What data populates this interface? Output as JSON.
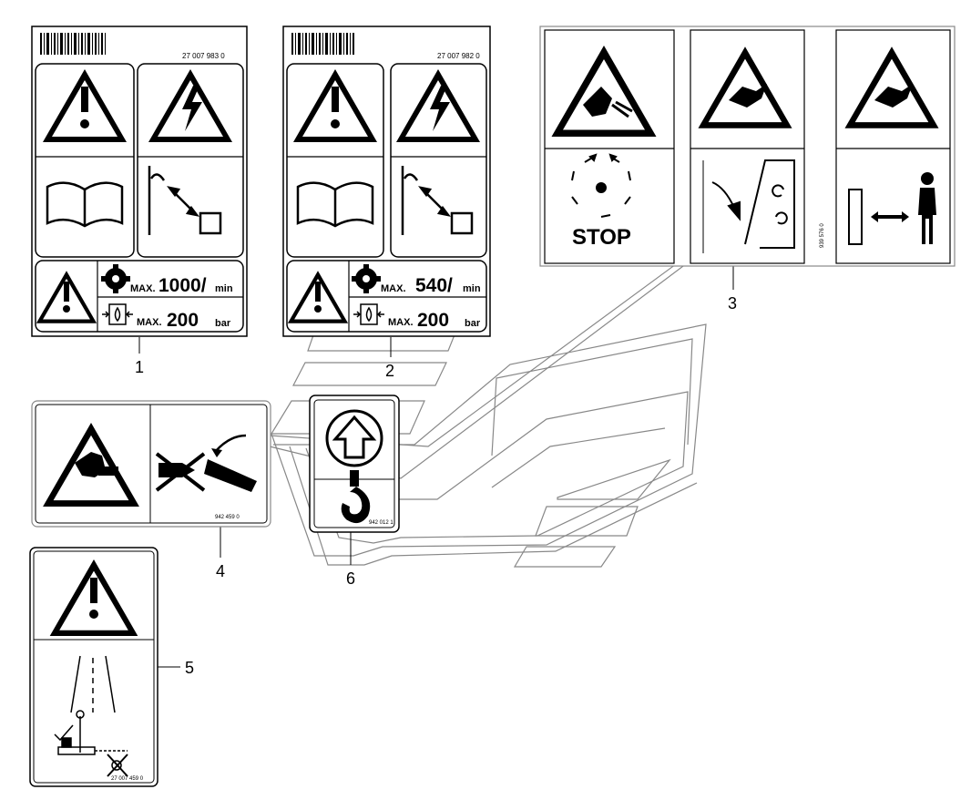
{
  "decals": {
    "d1": {
      "part_no": "27 007 983 0",
      "speed_prefix": "MAX.",
      "speed_value": "1000/",
      "speed_unit": "min",
      "pressure_prefix": "MAX.",
      "pressure_value": "200",
      "pressure_unit": "bar"
    },
    "d2": {
      "part_no": "27 007 982 0",
      "speed_prefix": "MAX.",
      "speed_value": "540/",
      "speed_unit": "min",
      "pressure_prefix": "MAX.",
      "pressure_value": "200",
      "pressure_unit": "bar"
    },
    "d3": {
      "part_no": "939 576 0",
      "stop_text": "STOP"
    },
    "d4": {
      "part_no": "942 459 0"
    },
    "d5": {
      "part_no": "27 007 459 0"
    },
    "d6": {
      "part_no": "942 012 1"
    }
  },
  "callouts": {
    "c1": "1",
    "c2": "2",
    "c3": "3",
    "c4": "4",
    "c5": "5",
    "c6": "6"
  }
}
